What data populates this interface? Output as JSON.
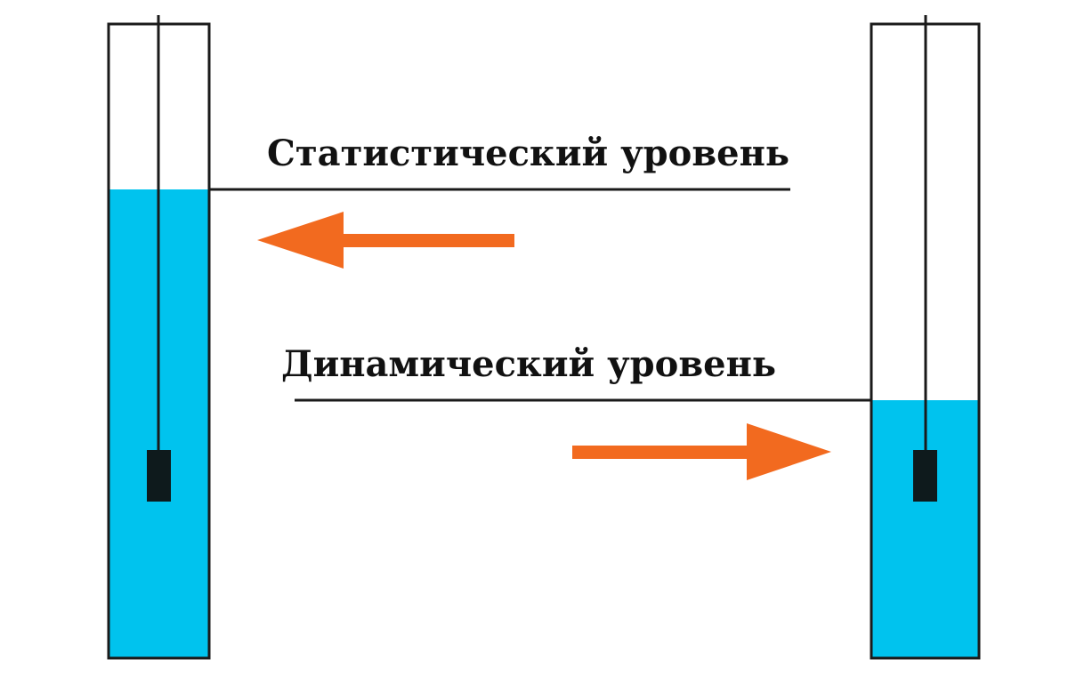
{
  "diagram": {
    "static_level_label": "Статистический уровень",
    "dynamic_level_label": "Динамический уровень",
    "well_left": {
      "water_fill_fraction": 0.74
    },
    "well_right": {
      "water_fill_fraction": 0.41
    },
    "arrow_left": {
      "direction": "left",
      "icon": "arrow-left-icon"
    },
    "arrow_right": {
      "direction": "right",
      "icon": "arrow-right-icon"
    },
    "colors": {
      "water": "#00c3ee",
      "arrow": "#f26a1f",
      "outline": "#1a1a1a",
      "pump": "#0e1a1c"
    }
  }
}
